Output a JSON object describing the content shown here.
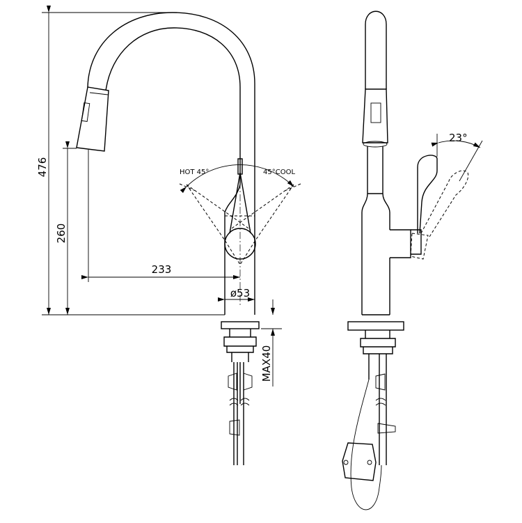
{
  "drawing": {
    "front_view": {
      "height_total": "476",
      "spout_height": "260",
      "spout_reach": "233",
      "base_diameter": "ø53",
      "max_deck_thickness": "MAX40",
      "hot_label": "HOT 45°",
      "cool_label": "45°COOL"
    },
    "side_view": {
      "lever_angle": "23°"
    },
    "line_color": "#000000",
    "background": "#ffffff"
  }
}
